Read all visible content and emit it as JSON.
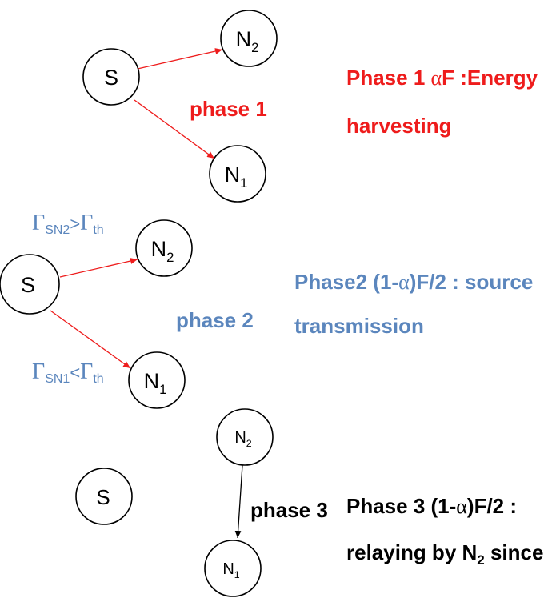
{
  "colors": {
    "phase1": "#ee1c1c",
    "phase2": "#5b86bd",
    "phase3": "#000000",
    "node_stroke": "#000000"
  },
  "nodes": {
    "S": "S",
    "N2_base": "N",
    "N2_sub": "2",
    "N1_base": "N",
    "N1_sub": "1"
  },
  "phase1": {
    "edge_label": "phase 1",
    "desc_part1": "Phase 1  ",
    "desc_alpha": "α",
    "desc_part2": "F :Energy",
    "desc_line2": "harvesting"
  },
  "phase2": {
    "edge_label": "phase 2",
    "cond_top_gamma": "Γ",
    "cond_top_sub1": "SN2",
    "cond_top_op": ">",
    "cond_top_gamma2": "Γ",
    "cond_top_sub2": "th",
    "cond_bot_gamma": "Γ",
    "cond_bot_sub1": "SN1",
    "cond_bot_op": "<",
    "cond_bot_gamma2": "Γ",
    "cond_bot_sub2": "th",
    "desc_part1": "Phase2  (1-",
    "desc_alpha": "α",
    "desc_part2": ")F/2 : source",
    "desc_line2": "transmission"
  },
  "phase3": {
    "edge_label": "phase 3",
    "desc_part1": "Phase 3  (1-",
    "desc_alpha": "α",
    "desc_part2": ")F/2 :",
    "desc_line2_part1": "relaying by N",
    "desc_line2_sub": "2",
    "desc_line2_part2": " since"
  }
}
